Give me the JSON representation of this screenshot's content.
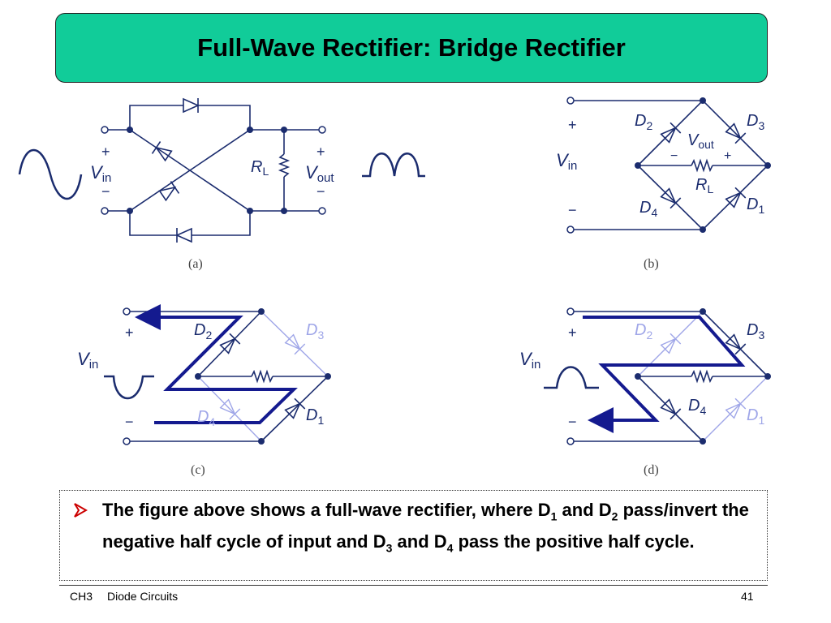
{
  "slide": {
    "title": "Full-Wave Rectifier:  Bridge Rectifier",
    "footer_chapter": "CH3",
    "footer_topic": "Diode Circuits",
    "page_number": "41"
  },
  "colors": {
    "title_bg": "#11cc99",
    "wire": "#1b2c6e",
    "highlight": "#141a8f",
    "faded": "#9fa6e8",
    "bullet": "#cc0000"
  },
  "figure_a": {
    "caption": "(a)",
    "plus_in": "+",
    "minus_in": "−",
    "vin": "V",
    "vin_sub": "in",
    "rl": "R",
    "rl_sub": "L",
    "plus_out": "+",
    "minus_out": "−",
    "vout": "V",
    "vout_sub": "out"
  },
  "figure_b": {
    "caption": "(b)",
    "plus": "+",
    "minus": "−",
    "vin": "V",
    "vin_sub": "in",
    "d2": "D",
    "d2_sub": "2",
    "d3": "D",
    "d3_sub": "3",
    "d4": "D",
    "d4_sub": "4",
    "d1": "D",
    "d1_sub": "1",
    "vout": "V",
    "vout_sub": "out",
    "vout_minus": "−",
    "vout_plus": "+",
    "rl": "R",
    "rl_sub": "L"
  },
  "figure_c": {
    "caption": "(c)",
    "plus": "+",
    "minus": "−",
    "vin": "V",
    "vin_sub": "in",
    "d2": "D",
    "d2_sub": "2",
    "d3": "D",
    "d3_sub": "3",
    "d4": "D",
    "d4_sub": "4",
    "d1": "D",
    "d1_sub": "1"
  },
  "figure_d": {
    "caption": "(d)",
    "plus": "+",
    "minus": "−",
    "vin": "V",
    "vin_sub": "in",
    "d2": "D",
    "d2_sub": "2",
    "d3": "D",
    "d3_sub": "3",
    "d4": "D",
    "d4_sub": "4",
    "d1": "D",
    "d1_sub": "1"
  },
  "description": {
    "p1": "The figure above shows a full-wave rectifier, where D",
    "s1": "1",
    "p2": " and D",
    "s2": "2",
    "p3": " pass/invert the negative half cycle of input and D",
    "s3": "3",
    "p4": " and D",
    "s4": "4",
    "p5": " pass the positive half cycle."
  }
}
